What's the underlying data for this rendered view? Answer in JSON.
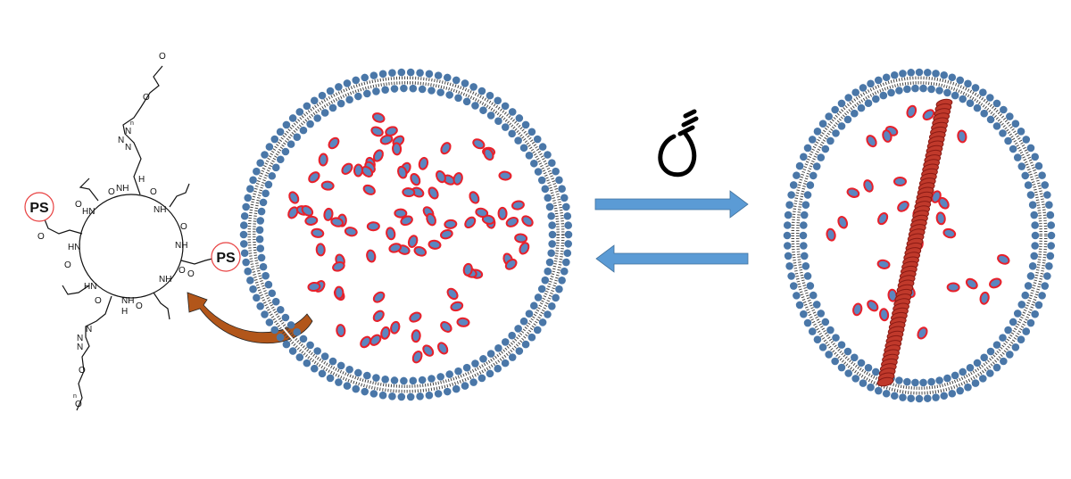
{
  "molecule": {
    "ps_label": "PS",
    "amide_nh": "NH",
    "amide_hn": "HN",
    "oxygen": "O",
    "nitrogen": "N",
    "hydrogen": "H",
    "repeat_n": "n"
  },
  "colors": {
    "lipid_head": "#4a77a8",
    "cargo_fill": "#5b86c0",
    "cargo_stroke": "#e8202a",
    "arrow_blue": "#5b9bd5",
    "arrow_brown": "#b2561a",
    "ps_circle": "#e84040"
  },
  "icons": {
    "light": "light-bulb-icon"
  }
}
